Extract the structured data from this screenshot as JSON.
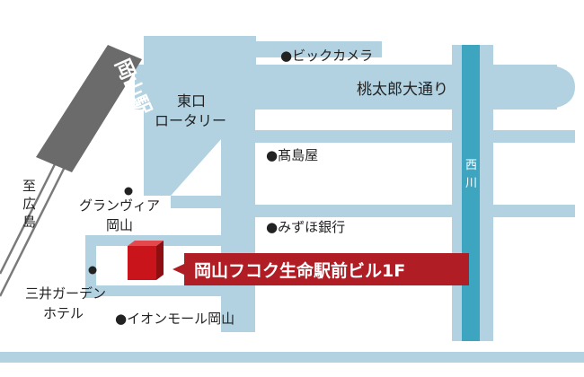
{
  "colors": {
    "road": "#b2d1e1",
    "rail": "#7a7a7a",
    "station": "#6b6b6b",
    "river": "#3ea5c1",
    "building": "#c8141a",
    "callout": "#b01d24",
    "text": "#222222"
  },
  "station": {
    "label": "岡山駅"
  },
  "direction": {
    "label": "至\n広\n島"
  },
  "roads": {
    "higashiguchi_rotary": "東口\nロータリー",
    "momotaro_odori": "桃太郎大通り",
    "nishigawa": "西\n川"
  },
  "landmarks": [
    {
      "id": "bic-camera",
      "label": "●ビックカメラ"
    },
    {
      "id": "takashimaya",
      "label": "●髙島屋"
    },
    {
      "id": "mizuho",
      "label": "●みずほ銀行"
    },
    {
      "id": "granvia",
      "label": "グランヴィア\n岡山"
    },
    {
      "id": "mitsui-garden",
      "label": "三井ガーデン\nホテル"
    },
    {
      "id": "aeon-mall",
      "label": "●イオンモール岡山"
    }
  ],
  "destination": {
    "label": "岡山フコク生命駅前ビル1F"
  }
}
